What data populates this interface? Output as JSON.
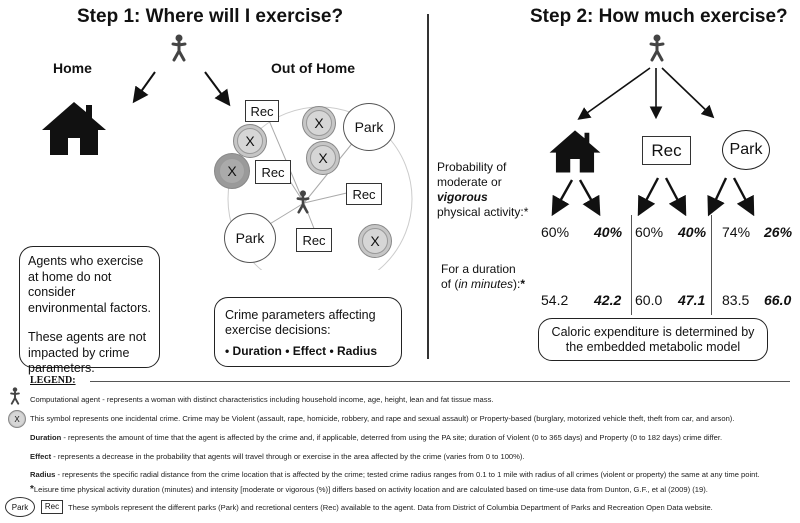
{
  "step1": {
    "title": "Step 1: Where will I exercise?",
    "home_label": "Home",
    "out_label": "Out of Home",
    "rec_label": "Rec",
    "park_label": "Park",
    "crime_label": "X",
    "home_note_1": "Agents who exercise at home do not consider environmental factors.",
    "home_note_2": "These agents are not impacted by crime parameters.",
    "crime_box_text": "Crime parameters affecting exercise decisions:",
    "crime_params": [
      "Duration",
      "Effect",
      "Radius"
    ]
  },
  "step2": {
    "title": "Step 2: How much exercise?",
    "rec_label": "Rec",
    "park_label": "Park",
    "prob_label_1": "Probability of",
    "prob_label_2": "moderate or",
    "prob_label_3": "vigorous",
    "prob_label_4": "physical activity:",
    "star": "*",
    "duration_label_1": "For a duration",
    "duration_label_2": "of (",
    "duration_label_3": "in minutes",
    "duration_label_4": "):",
    "home": {
      "moderate_pct": "60%",
      "vigorous_pct": "40%",
      "moderate_min": "54.2",
      "vigorous_min": "42.2"
    },
    "rec": {
      "moderate_pct": "60%",
      "vigorous_pct": "40%",
      "moderate_min": "60.0",
      "vigorous_min": "47.1"
    },
    "park": {
      "moderate_pct": "74%",
      "vigorous_pct": "26%",
      "moderate_min": "83.5",
      "vigorous_min": "66.0"
    },
    "caloric_note": "Caloric expenditure is determined by the embedded metabolic model"
  },
  "legend": {
    "title": "LEGEND:",
    "agent_text": "Computational agent - represents a woman with distinct characteristics including household income, age, height, lean and fat tissue mass.",
    "crime_text": "This symbol represents one incidental crime. Crime may be Violent (assault, rape, homicide, robbery, and rape and sexual assault) or Property-based (burglary, motorized vehicle theft, theft  from car, and arson).",
    "duration_term": "Duration",
    "duration_text": " - represents the amount of time that the agent is affected by the crime and, if applicable, deterred from using the PA site; duration of Violent (0 to 365 days) and Property (0 to 182 days) crime differ.",
    "effect_term": "Effect",
    "effect_text": " - represents a decrease in the probability that agents will travel through or exercise in the area affected by the crime (varies from 0 to 100%).",
    "radius_term": "Radius",
    "radius_text": " - represents the specific radial distance from the crime location that is affected by the crime; tested crime radius ranges from 0.1 to 1 mile with radius of all crimes (violent or property) the same at any time point.",
    "footnote_star": "*",
    "footnote_text": "Leisure time physical activity duration (minutes) and intensity [moderate or vigorous (%)] differs based on activity location and are calculated based on time-use data from Dunton, G.F., et al (2009) (19).",
    "park_label": "Park",
    "rec_label": "Rec",
    "symbols_text": "These symbols represent the different parks (Park) and recretional centers (Rec) available to the agent. Data from District of Columbia Department of Parks and Recreation Open Data website."
  }
}
